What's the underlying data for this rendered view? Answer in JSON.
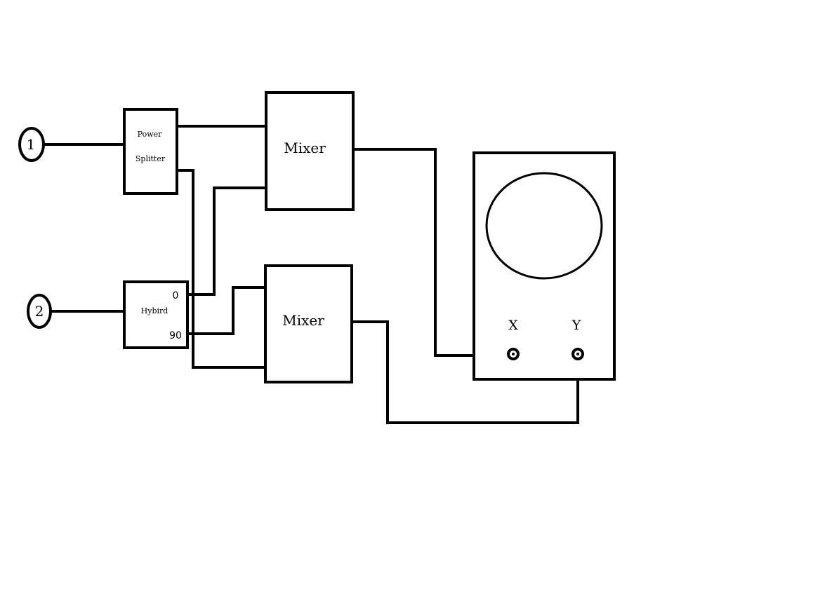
{
  "inputs": [
    {
      "label": "1"
    },
    {
      "label": "2"
    }
  ],
  "blocks": {
    "power_splitter": {
      "line1": "Power",
      "line2": "Splitter"
    },
    "hybrid": {
      "label": "Hybird",
      "port_0": "0",
      "port_90": "90"
    },
    "mixer_top": {
      "label": "Mixer"
    },
    "mixer_bottom": {
      "label": "Mixer"
    }
  },
  "oscilloscope": {
    "x_label": "X",
    "y_label": "Y"
  }
}
